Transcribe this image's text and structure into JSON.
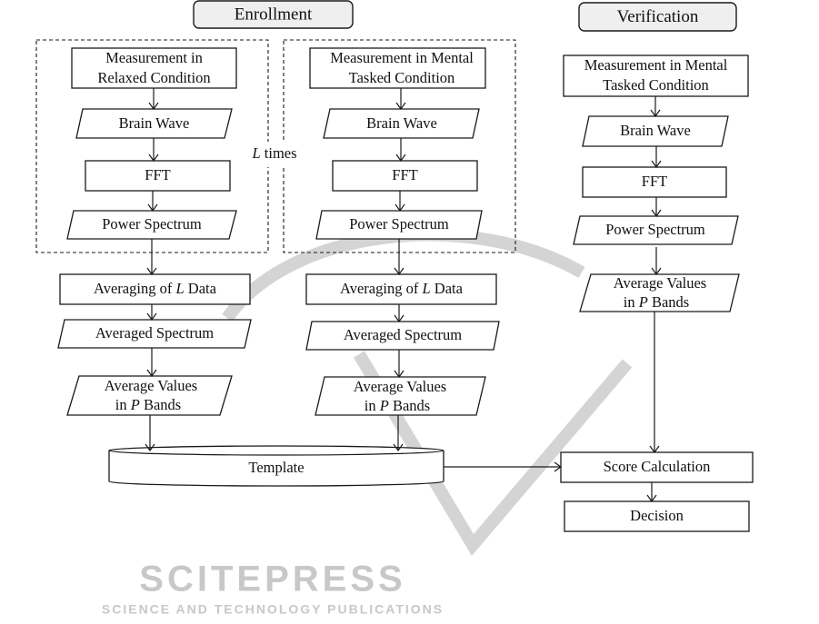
{
  "diagram": {
    "type": "flowchart",
    "headers": {
      "enrollment": "Enrollment",
      "verification": "Verification"
    },
    "loop_label": {
      "var": "L",
      "text": " times"
    },
    "enrollment": {
      "relaxed": {
        "measurement": [
          "Measurement in",
          "Relaxed Condition"
        ],
        "brain_wave": "Brain Wave",
        "fft": "FFT",
        "power_spectrum": "Power Spectrum",
        "averaging": {
          "pre": "Averaging of ",
          "var": "L",
          "post": " Data"
        },
        "averaged_spectrum": "Averaged Spectrum",
        "average_values": {
          "line1": "Average Values",
          "pre": "in ",
          "var": "P",
          "post": " Bands"
        }
      },
      "tasked": {
        "measurement": [
          "Measurement in Mental",
          "Tasked Condition"
        ],
        "brain_wave": "Brain Wave",
        "fft": "FFT",
        "power_spectrum": "Power Spectrum",
        "averaging": {
          "pre": "Averaging of ",
          "var": "L",
          "post": " Data"
        },
        "averaged_spectrum": "Averaged Spectrum",
        "average_values": {
          "line1": "Average Values",
          "pre": "in ",
          "var": "P",
          "post": " Bands"
        }
      },
      "template": "Template"
    },
    "verification": {
      "measurement": [
        "Measurement in Mental",
        "Tasked Condition"
      ],
      "brain_wave": "Brain Wave",
      "fft": "FFT",
      "power_spectrum": "Power Spectrum",
      "average_values": {
        "line1": "Average Values",
        "pre": "in ",
        "var": "P",
        "post": " Bands"
      },
      "score_calculation": "Score Calculation",
      "decision": "Decision"
    },
    "edges": [
      [
        "relaxed.measurement",
        "relaxed.brain_wave"
      ],
      [
        "relaxed.brain_wave",
        "relaxed.fft"
      ],
      [
        "relaxed.fft",
        "relaxed.power_spectrum"
      ],
      [
        "relaxed.power_spectrum",
        "relaxed.averaging"
      ],
      [
        "relaxed.averaging",
        "relaxed.averaged_spectrum"
      ],
      [
        "relaxed.averaged_spectrum",
        "relaxed.average_values"
      ],
      [
        "relaxed.average_values",
        "template"
      ],
      [
        "tasked.measurement",
        "tasked.brain_wave"
      ],
      [
        "tasked.brain_wave",
        "tasked.fft"
      ],
      [
        "tasked.fft",
        "tasked.power_spectrum"
      ],
      [
        "tasked.power_spectrum",
        "tasked.averaging"
      ],
      [
        "tasked.averaging",
        "tasked.averaged_spectrum"
      ],
      [
        "tasked.averaged_spectrum",
        "tasked.average_values"
      ],
      [
        "tasked.average_values",
        "template"
      ],
      [
        "verification.measurement",
        "verification.brain_wave"
      ],
      [
        "verification.brain_wave",
        "verification.fft"
      ],
      [
        "verification.fft",
        "verification.power_spectrum"
      ],
      [
        "verification.power_spectrum",
        "verification.average_values"
      ],
      [
        "verification.average_values",
        "verification.score_calculation"
      ],
      [
        "template",
        "verification.score_calculation"
      ],
      [
        "verification.score_calculation",
        "verification.decision"
      ]
    ]
  },
  "watermark": {
    "main": "SCITEPRESS",
    "sub": "SCIENCE AND TECHNOLOGY PUBLICATIONS"
  }
}
